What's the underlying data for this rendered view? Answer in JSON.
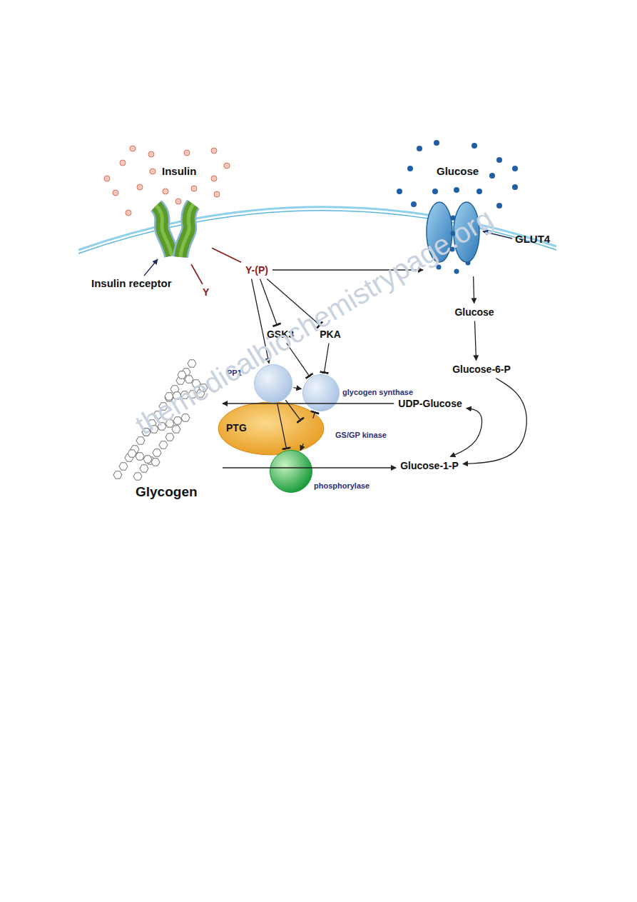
{
  "diagram": {
    "nodes": [
      {
        "text": [
          "Insulin receptor"
        ]
      },
      {
        "text": [
          "GLUT4"
        ]
      },
      {
        "text": [
          "Y-(P)"
        ]
      },
      {
        "text": [
          "GSK3"
        ]
      },
      {
        "text": [
          "PKA"
        ]
      },
      {
        "text": [
          "Glucose"
        ]
      },
      {
        "text": [
          "Glucose-6-P"
        ]
      },
      {
        "text": [
          "UDP-Glucose"
        ]
      },
      {
        "text": [
          "Glucose-1-P"
        ]
      },
      {
        "text": [
          "PTG"
        ]
      },
      {
        "text": [
          "PP1"
        ]
      },
      {
        "text": [
          "glycogen synthase"
        ]
      },
      {
        "text": [
          "GS/GP kinase"
        ],
        "in": 9
      },
      {
        "text": [
          "phosphorylase"
        ]
      },
      {
        "text": [
          "Glycogen"
        ]
      }
    ],
    "edges": [
      {
        "from": 0,
        "to": 2,
        "arrow": "none"
      },
      {
        "from": 2,
        "to": 1,
        "arrow": "to"
      },
      {
        "from": 2,
        "to": 10,
        "arrow": "to"
      },
      {
        "from": 2,
        "to": 3,
        "arrow": "to"
      },
      {
        "from": 2,
        "to": 4,
        "arrow": "to"
      },
      {
        "from": 3,
        "to": 11,
        "arrow": "to"
      },
      {
        "from": 4,
        "to": 11,
        "arrow": "to"
      },
      {
        "from": 10,
        "to": 11,
        "arrow": "to"
      },
      {
        "from": 10,
        "to": 12,
        "arrow": "to"
      },
      {
        "from": 10,
        "to": 13,
        "arrow": "to"
      },
      {
        "from": 12,
        "to": 11,
        "arrow": "to"
      },
      {
        "from": 12,
        "to": 13,
        "arrow": "to"
      },
      {
        "from": 1,
        "to": 5,
        "arrow": "to"
      },
      {
        "from": 5,
        "to": 6,
        "arrow": "to"
      },
      {
        "from": 6,
        "to": 8,
        "arrow": "to"
      },
      {
        "from": 7,
        "to": 8,
        "arrow": "both"
      },
      {
        "from": 7,
        "to": 14,
        "arrow": "to"
      },
      {
        "from": 14,
        "to": 8,
        "arrow": "to"
      }
    ],
    "labels": [
      "Insulin",
      "Glucose",
      "Y",
      "themedicalbiochemistrypage.org"
    ]
  }
}
